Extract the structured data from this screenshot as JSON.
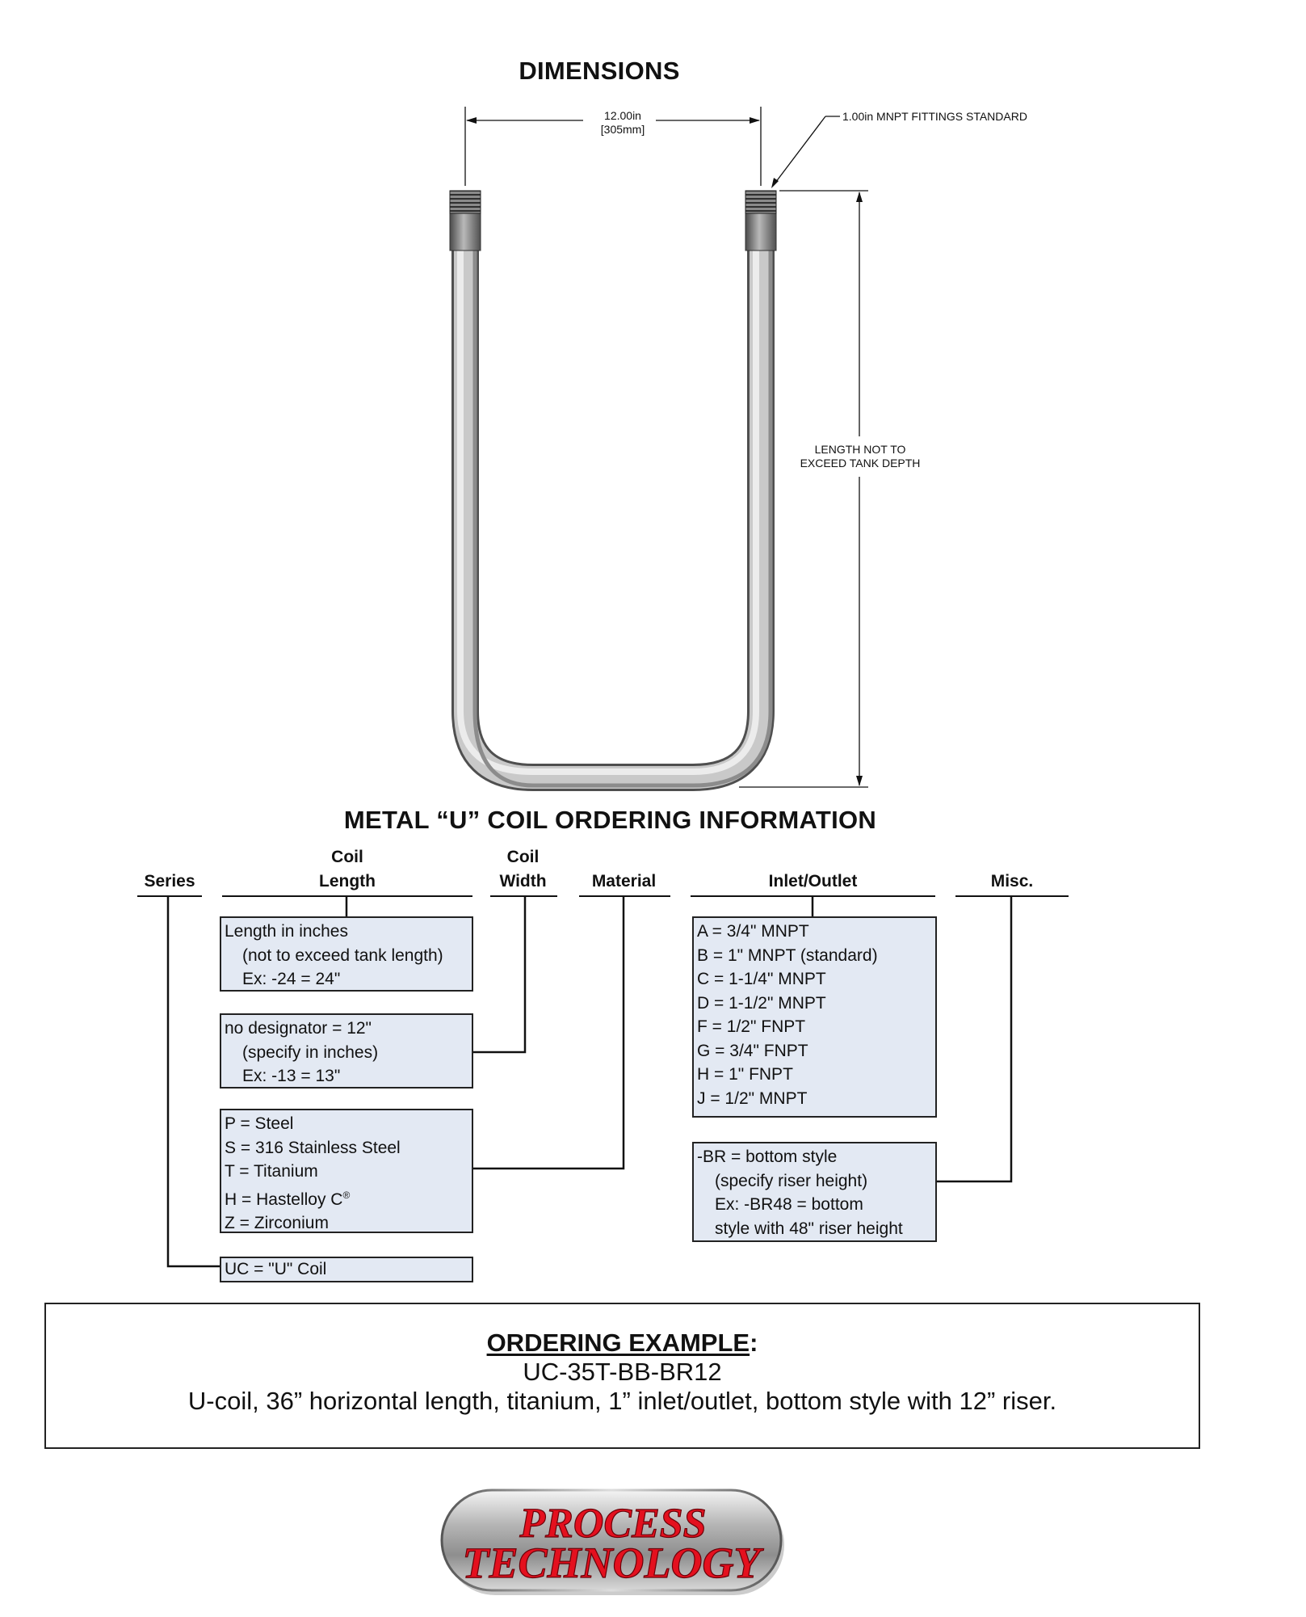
{
  "dimensions": {
    "title": "DIMENSIONS",
    "width_label_in": "12.00in",
    "width_label_mm": "305mm",
    "fitting_label": "1.00in MNPT FITTINGS STANDARD",
    "length_note_line1": "LENGTH NOT TO",
    "length_note_line2": "EXCEED TANK DEPTH"
  },
  "ordering": {
    "title": "METAL “U” COIL ORDERING INFORMATION",
    "columns": {
      "series": "Series",
      "coil_length_1": "Coil",
      "coil_length_2": "Length",
      "coil_width_1": "Coil",
      "coil_width_2": "Width",
      "material": "Material",
      "inlet_outlet": "Inlet/Outlet",
      "misc": "Misc."
    },
    "length_box": [
      "Length in inches",
      "(not to exceed tank length)",
      "Ex: -24 = 24\""
    ],
    "width_box": [
      "no designator = 12\"",
      "(specify in inches)",
      "Ex: -13 = 13\""
    ],
    "material_box": [
      "P = Steel",
      "S = 316 Stainless Steel",
      "T = Titanium",
      "H = Hastelloy C",
      "Z = Zirconium"
    ],
    "material_registered": "®",
    "series_box": "UC = \"U\" Coil",
    "inlet_box": [
      "A = 3/4\" MNPT",
      "B = 1\" MNPT (standard)",
      "C = 1-1/4\" MNPT",
      "D = 1-1/2\" MNPT",
      "F = 1/2\" FNPT",
      "G = 3/4\" FNPT",
      "H = 1\" FNPT",
      "J = 1/2\" MNPT"
    ],
    "misc_box": [
      "-BR = bottom style",
      "(specify riser height)",
      "Ex: -BR48 = bottom",
      "style with 48\" riser height"
    ]
  },
  "example": {
    "title": "ORDERING EXAMPLE",
    "colon": ":",
    "code": "UC-35T-BB-BR12",
    "description": "U-coil, 36” horizontal length, titanium, 1” inlet/outlet, bottom style with 12” riser."
  },
  "logo": {
    "line1": "PROCESS",
    "line2": "TECHNOLOGY"
  }
}
